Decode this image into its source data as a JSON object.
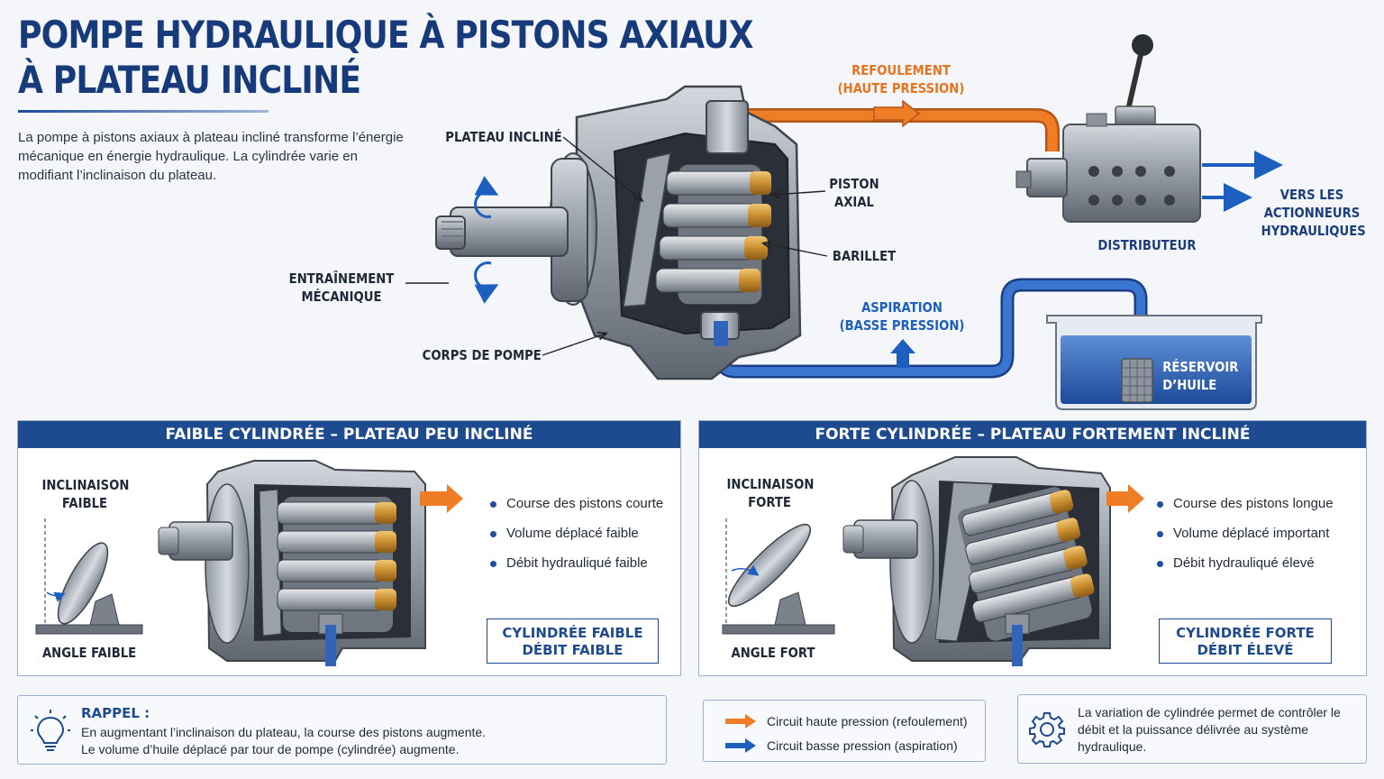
{
  "title": {
    "line1": "POMPE HYDRAULIQUE À PISTONS AXIAUX",
    "line2": "À PLATEAU INCLINÉ"
  },
  "intro": "La pompe à pistons axiaux à plateau incliné transforme l’énergie mécanique en énergie hydraulique. La cylindrée varie en modifiant l’inclinaison du plateau.",
  "labels": {
    "plateau": "PLATEAU INCLINÉ",
    "piston_l1": "PISTON",
    "piston_l2": "AXIAL",
    "barillet": "BARILLET",
    "entrainement_l1": "ENTRAÎNEMENT",
    "entrainement_l2": "MÉCANIQUE",
    "corps": "CORPS DE POMPE",
    "refoulement_l1": "REFOULEMENT",
    "refoulement_l2": "(HAUTE PRESSION)",
    "aspiration_l1": "ASPIRATION",
    "aspiration_l2": "(BASSE PRESSION)",
    "distributeur": "DISTRIBUTEUR",
    "actionneurs_l1": "VERS LES",
    "actionneurs_l2": "ACTIONNEURS",
    "actionneurs_l3": "HYDRAULIQUES",
    "reservoir_l1": "RÉSERVOIR",
    "reservoir_l2": "D’HUILE"
  },
  "panel_low": {
    "header": "FAIBLE CYLINDRÉE – PLATEAU PEU INCLINÉ",
    "incl_l1": "INCLINAISON",
    "incl_l2": "FAIBLE",
    "angle": "ANGLE FAIBLE",
    "bullets": [
      "Course des pistons courte",
      "Volume déplacé faible",
      "Débit hydrauliqué faible"
    ],
    "result_l1": "CYLINDRÉE FAIBLE",
    "result_l2": "DÉBIT FAIBLE"
  },
  "panel_high": {
    "header": "FORTE CYLINDRÉE – PLATEAU FORTEMENT INCLINÉ",
    "incl_l1": "INCLINAISON",
    "incl_l2": "FORTE",
    "angle": "ANGLE FORT",
    "bullets": [
      "Course des pistons longue",
      "Volume déplacé important",
      "Débit hydrauliqué élevé"
    ],
    "result_l1": "CYLINDRÉE FORTE",
    "result_l2": "DÉBIT ÉLEVÉ"
  },
  "rappel": {
    "title": "RAPPEL :",
    "line1": "En augmentant l’inclinaison du plateau, la course des pistons augmente.",
    "line2": "Le volume d’huile déplacé par tour de pompe (cylindrée) augmente."
  },
  "legend": {
    "high": "Circuit haute pression (refoulement)",
    "low": "Circuit basse pression (aspiration)"
  },
  "info": "La variation de cylindrée permet de contrôler le débit et la puissance délivrée au système hydraulique.",
  "colors": {
    "navy": "#1e4a8f",
    "orange": "#e9741f",
    "blue": "#1d5fbf",
    "oil": "#2f64b8"
  },
  "icons": [
    "rotation-arrow-icon",
    "lightbulb-icon",
    "gear-icon",
    "arrow-right-icon"
  ]
}
